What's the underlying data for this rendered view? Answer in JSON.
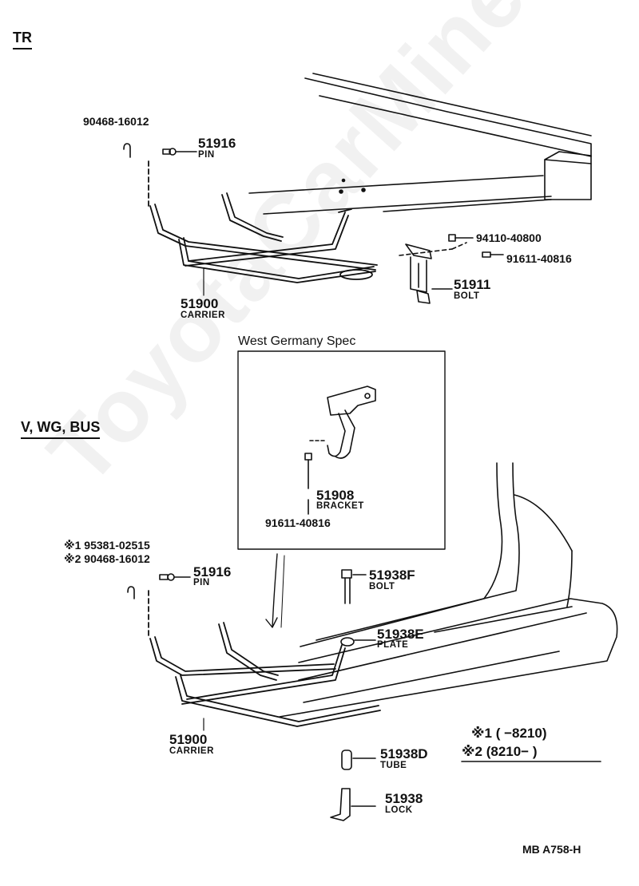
{
  "sections": {
    "tr": "TR",
    "v_wg_bus": "V, WG, BUS"
  },
  "inset": {
    "title": "West Germany Spec"
  },
  "labels": {
    "p90468_top": "90468-16012",
    "p51916_top": "51916",
    "pin_top": "PIN",
    "p94110": "94110-40800",
    "p91611_top": "91611-40816",
    "p51911": "51911",
    "bolt_51911": "BOLT",
    "p51900_top": "51900",
    "carrier_top": "CARRIER",
    "p51908": "51908",
    "bracket": "BRACKET",
    "p91611_inset": "91611-40816",
    "x1": "※1 95381-02515",
    "x2": "※2 90468-16012",
    "p51916_bot": "51916",
    "pin_bot": "PIN",
    "p51938f": "51938F",
    "bolt_51938f": "BOLT",
    "p51938e": "51938E",
    "plate": "PLATE",
    "p51900_bot": "51900",
    "carrier_bot": "CARRIER",
    "p51938d": "51938D",
    "tube": "TUBE",
    "p51938": "51938",
    "lock": "LOCK"
  },
  "notes": {
    "n1": "※1 (      −8210)",
    "n2": "※2 (8210−      )"
  },
  "footer": {
    "code": "MB  A758-H"
  },
  "watermark": "ToyotaCarMine.ru"
}
